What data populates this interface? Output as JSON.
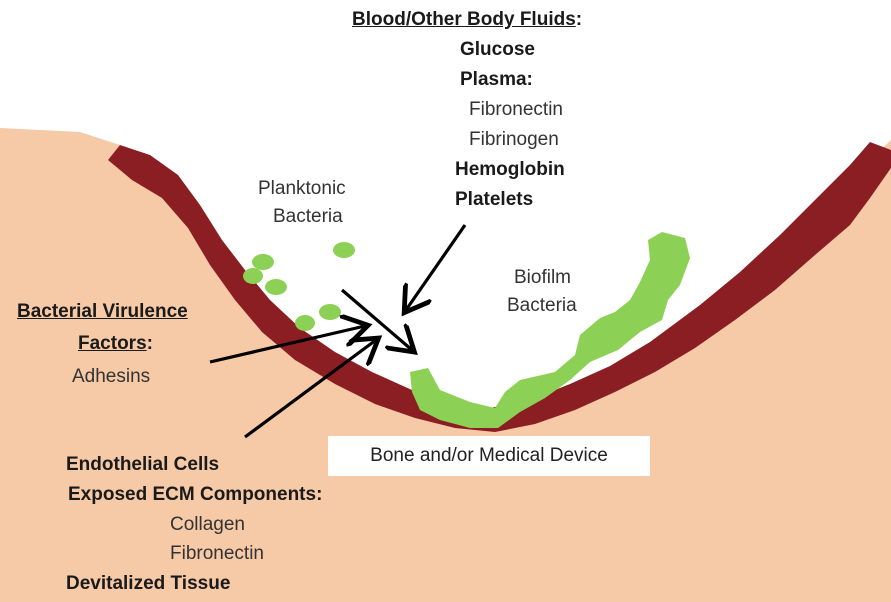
{
  "fluids": {
    "heading": "Blood/Other Body Fluids",
    "heading_colon": ":",
    "glucose": "Glucose",
    "plasma": "Plasma:",
    "fibronectin": "Fibronectin",
    "fibrinogen": "Fibrinogen",
    "hemoglobin": "Hemoglobin",
    "platelets": "Platelets"
  },
  "planktonic": {
    "line1": "Planktonic",
    "line2": "Bacteria"
  },
  "biofilm": {
    "line1": "Biofilm",
    "line2": "Bacteria"
  },
  "virulence": {
    "line1": "Bacterial Virulence",
    "line2": "Factors",
    "line2_colon": ":",
    "adhesins": "Adhesins"
  },
  "host": {
    "endothelial": "Endothelial Cells",
    "ecm": "Exposed ECM Components:",
    "collagen": "Collagen",
    "fibronectin": "Fibronectin",
    "devitalized": "Devitalized Tissue"
  },
  "bone_label": "Bone and/or Medical Device",
  "colors": {
    "tissue": "#f6c9a7",
    "tissue_layer": "#8b1e22",
    "bacteria": "#8cd155",
    "arrow": "#000000",
    "box": "#ffffff"
  }
}
